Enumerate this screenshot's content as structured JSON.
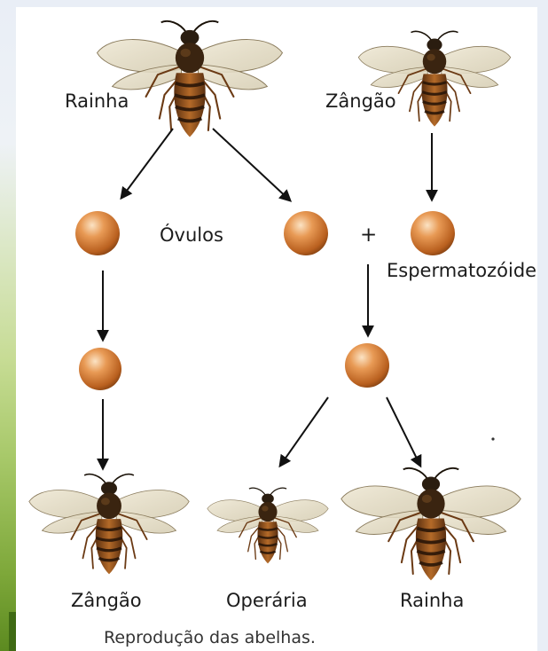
{
  "labels": {
    "queen_top": "Rainha",
    "drone_top": "Zângão",
    "ovules": "Óvulos",
    "plus": "+",
    "sperm": "Espermatozóide",
    "drone_bottom": "Zângão",
    "worker_bottom": "Operária",
    "queen_bottom": "Rainha"
  },
  "caption": "Reprodução das abelhas.",
  "colors": {
    "egg_light": "#f6c896",
    "egg_mid": "#d9813c",
    "egg_dark": "#8e4a14",
    "arrow": "#111111",
    "text": "#1c1c1c",
    "bee_stripe_dark": "#2a1a0c",
    "bee_stripe_light": "#c0752c"
  },
  "icons": [
    "queen-bee-icon",
    "drone-bee-icon",
    "worker-bee-icon",
    "egg-icon",
    "arrow-icon"
  ]
}
